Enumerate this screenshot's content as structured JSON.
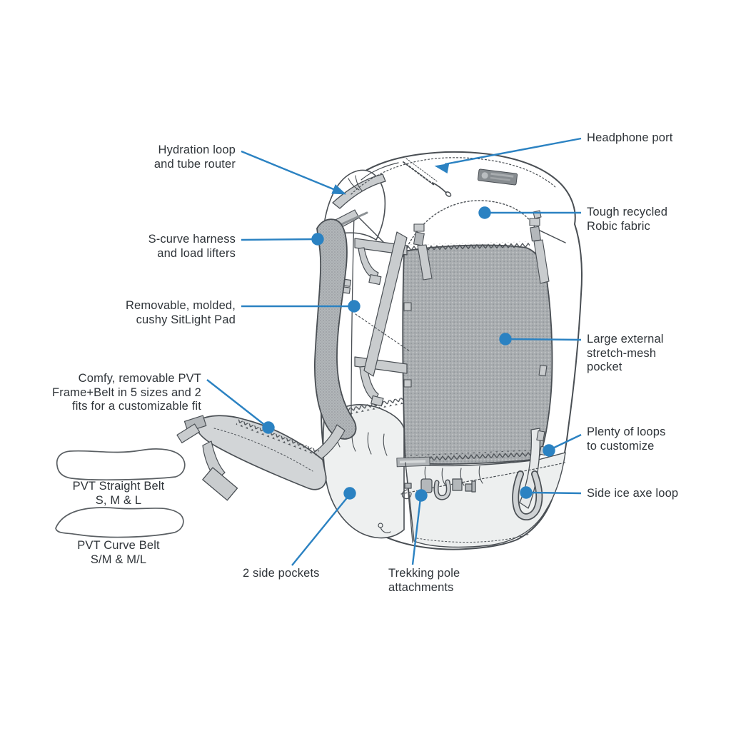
{
  "colors": {
    "accent_blue": "#2b82c2",
    "outline_gray": "#4a4f54",
    "text_color": "#2f3439"
  },
  "callouts": {
    "hydration_loop": "Hydration loop\nand tube router",
    "s_curve_harness": "S-curve harness\nand load lifters",
    "sitlight_pad": "Removable, molded,\ncushy SitLight Pad",
    "pvt_frame_belt": "Comfy, removable PVT\nFrame+Belt in 5 sizes and 2\nfits for a customizable fit",
    "straight_belt": "PVT Straight Belt\nS, M & L",
    "curve_belt": "PVT Curve Belt\nS/M & M/L",
    "side_pockets": "2 side pockets",
    "trekking_pole": "Trekking pole\nattachments",
    "headphone_port": "Headphone port",
    "tough_robic": "Tough recycled\nRobic fabric",
    "stretch_mesh_pocket": "Large external\nstretch-mesh\npocket",
    "loops_customize": "Plenty of loops\nto customize",
    "side_ice_axe": "Side ice axe loop"
  }
}
